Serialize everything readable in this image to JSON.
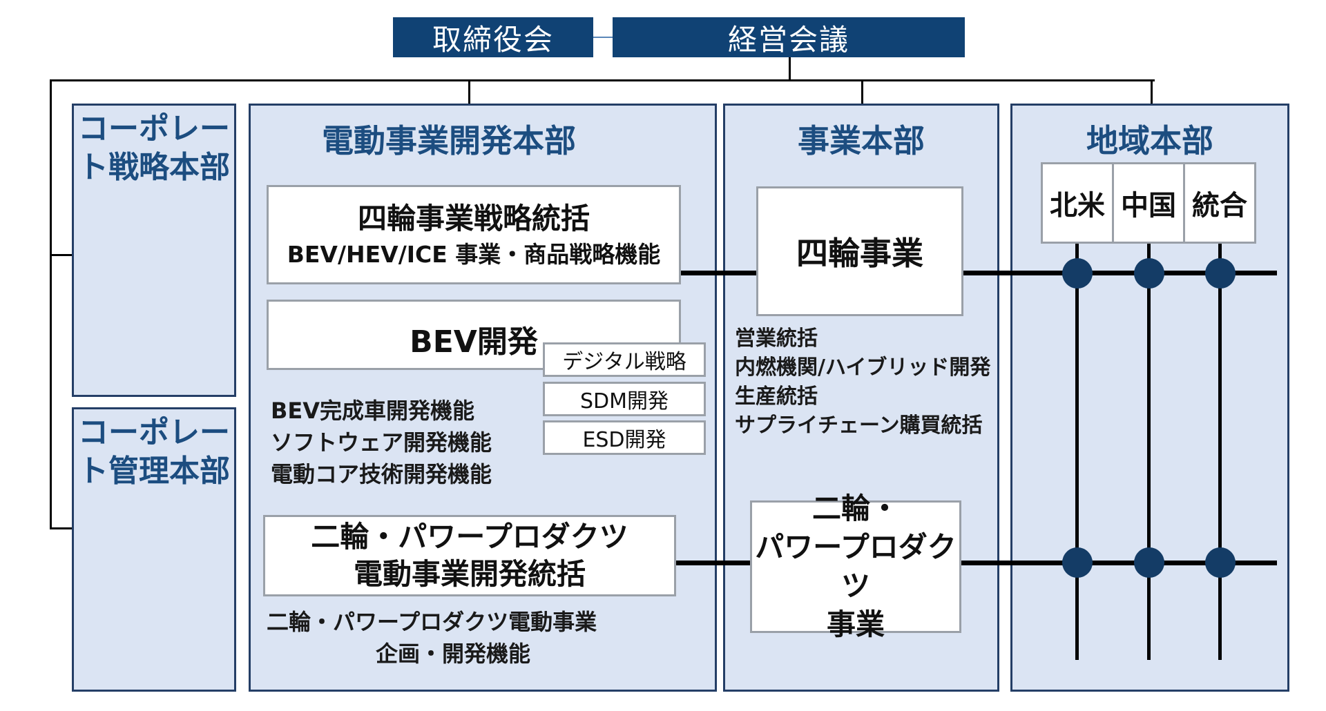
{
  "header": {
    "board": "取締役会",
    "management": "経営会議"
  },
  "corporate": {
    "strategy": "コーポレート戦略本部",
    "admin": "コーポレート管理本部"
  },
  "ev_dev": {
    "title": "電動事業開発本部",
    "four_wheel_strategy": {
      "line1": "四輪事業戦略統括",
      "line2": "BEV/HEV/ICE 事業・商品戦略機能"
    },
    "bev_dev": "BEV開発",
    "bev_sub": [
      "デジタル戦略",
      "SDM開発",
      "ESD開発"
    ],
    "bev_functions": [
      "BEV完成車開発機能",
      "ソフトウェア開発機能",
      "電動コア技術開発機能"
    ],
    "two_wheel": {
      "line1": "二輪・パワープロダクツ",
      "line2": "電動事業開発統括"
    },
    "two_wheel_functions": [
      "二輪・パワープロダクツ電動事業",
      "企画・開発機能"
    ]
  },
  "business": {
    "title": "事業本部",
    "four_wheel": "四輪事業",
    "four_wheel_functions": [
      "営業統括",
      "内燃機関/ハイブリッド開発",
      "生産統括",
      "サプライチェーン購買統括"
    ],
    "two_wheel": [
      "二輪・",
      "パワープロダクツ",
      "事業"
    ]
  },
  "regional": {
    "title": "地域本部",
    "regions": [
      "北米",
      "中国",
      "統合"
    ]
  }
}
